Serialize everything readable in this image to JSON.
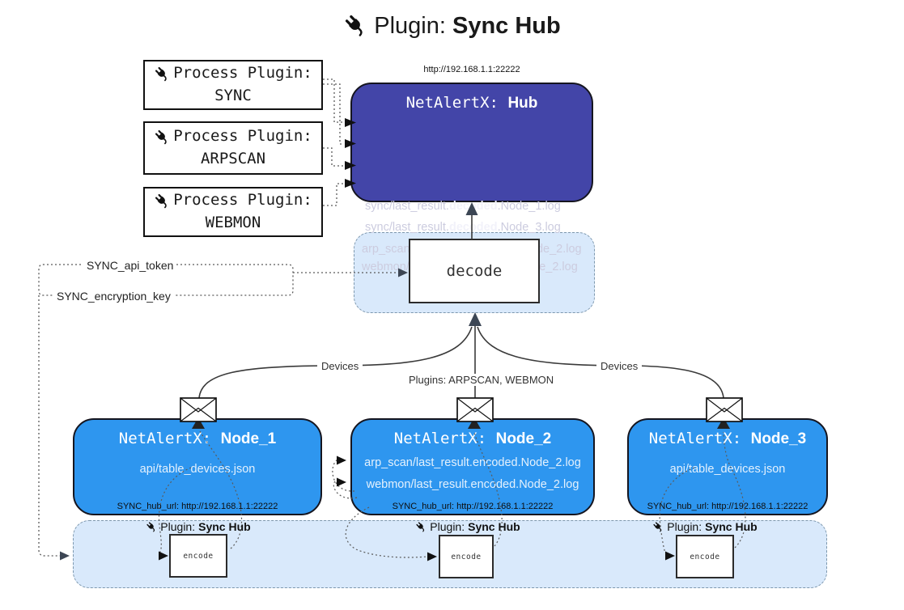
{
  "page_title": {
    "prefix": "Plugin:",
    "name": "Sync Hub"
  },
  "colors": {
    "hub_fill": "#4345a8",
    "node_fill": "#2e96ef",
    "panel_fill": "#d9e9fb",
    "panel_border": "#7d97ad",
    "solid_line": "#3a3a3a",
    "dotted_line": "#5a5a5a",
    "arrow_dark": "#3c4654"
  },
  "icons": {
    "title_icon": "plug",
    "process_plugin_icon": "plug",
    "encode_plugin_icon": "plug",
    "message_icon": "envelope"
  },
  "process_plugins": [
    {
      "label": "Process Plugin:",
      "name": "SYNC"
    },
    {
      "label": "Process Plugin:",
      "name": "ARPSCAN"
    },
    {
      "label": "Process Plugin:",
      "name": "WEBMON"
    }
  ],
  "hub": {
    "url": "http://192.168.1.1:22222",
    "title_prefix": "NetAlertX:",
    "title_name": "Hub",
    "logs": [
      {
        "pre": "sync/last_result.",
        "bold": "decoded",
        "post": ".Node_1.log"
      },
      {
        "pre": "sync/last_result.",
        "bold": "decoded",
        "post": ".Node_3.log"
      },
      {
        "pre": "arp_scan/last_result.",
        "bold": "decoded",
        "post": ".Node_2.log"
      },
      {
        "pre": "webmon/last_result.",
        "bold": "decoded",
        "post": ".Node_2.log"
      }
    ]
  },
  "decode": {
    "label": "decode"
  },
  "settings": {
    "api_token": "SYNC_api_token",
    "encryption_key": "SYNC_encryption_key"
  },
  "edges": {
    "devices_left": "Devices",
    "devices_right": "Devices",
    "plugins_center": "Plugins: ARPSCAN, WEBMON"
  },
  "nodes": [
    {
      "title_prefix": "NetAlertX:",
      "title_name": "Node_1",
      "files": [
        "api/table_devices.json"
      ],
      "hub_url": "SYNC_hub_url: http://192.168.1.1:22222"
    },
    {
      "title_prefix": "NetAlertX:",
      "title_name": "Node_2",
      "files": [
        "arp_scan/last_result.encoded.Node_2.log",
        "webmon/last_result.encoded.Node_2.log"
      ],
      "hub_url": "SYNC_hub_url: http://192.168.1.1:22222"
    },
    {
      "title_prefix": "NetAlertX:",
      "title_name": "Node_3",
      "files": [
        "api/table_devices.json"
      ],
      "hub_url": "SYNC_hub_url: http://192.168.1.1:22222"
    }
  ],
  "encode": {
    "plugin_prefix": "Plugin:",
    "plugin_name": "Sync Hub",
    "label": "encode"
  }
}
